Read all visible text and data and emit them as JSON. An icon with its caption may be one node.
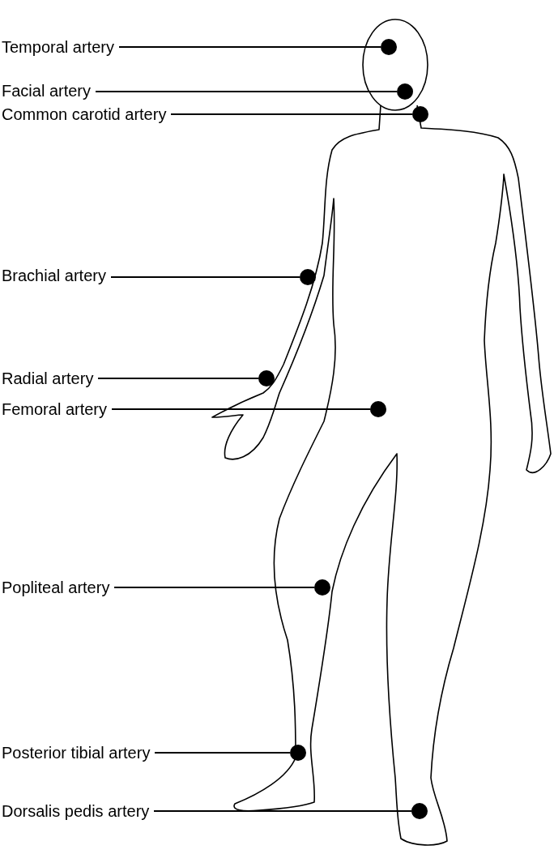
{
  "diagram": {
    "nodes": [
      {
        "text": [
          "Temporal artery"
        ]
      },
      {
        "text": [
          "Facial artery"
        ]
      },
      {
        "text": [
          "Common carotid artery"
        ]
      },
      {
        "text": [
          "Brachial artery"
        ]
      },
      {
        "text": [
          "Radial artery"
        ]
      },
      {
        "text": [
          "Femoral artery"
        ]
      },
      {
        "text": [
          "Popliteal artery"
        ]
      },
      {
        "text": [
          "Posterior tibial artery"
        ]
      },
      {
        "text": [
          "Dorsalis pedis artery"
        ]
      },
      {
        "text": [],
        "shape": "circle"
      },
      {
        "text": [],
        "shape": "circle"
      },
      {
        "text": [],
        "shape": "circle"
      },
      {
        "text": [],
        "shape": "circle"
      },
      {
        "text": [],
        "shape": "circle"
      },
      {
        "text": [],
        "shape": "circle"
      },
      {
        "text": [],
        "shape": "circle"
      },
      {
        "text": [],
        "shape": "circle"
      },
      {
        "text": [],
        "shape": "circle"
      }
    ],
    "edges": [
      {
        "from": 0,
        "to": 9,
        "arrow": "none"
      },
      {
        "from": 1,
        "to": 10,
        "arrow": "none"
      },
      {
        "from": 2,
        "to": 11,
        "arrow": "none"
      },
      {
        "from": 3,
        "to": 12,
        "arrow": "none"
      },
      {
        "from": 4,
        "to": 13,
        "arrow": "none"
      },
      {
        "from": 5,
        "to": 14,
        "arrow": "none"
      },
      {
        "from": 6,
        "to": 15,
        "arrow": "none"
      },
      {
        "from": 7,
        "to": 16,
        "arrow": "none"
      },
      {
        "from": 8,
        "to": 17,
        "arrow": "none"
      }
    ]
  }
}
